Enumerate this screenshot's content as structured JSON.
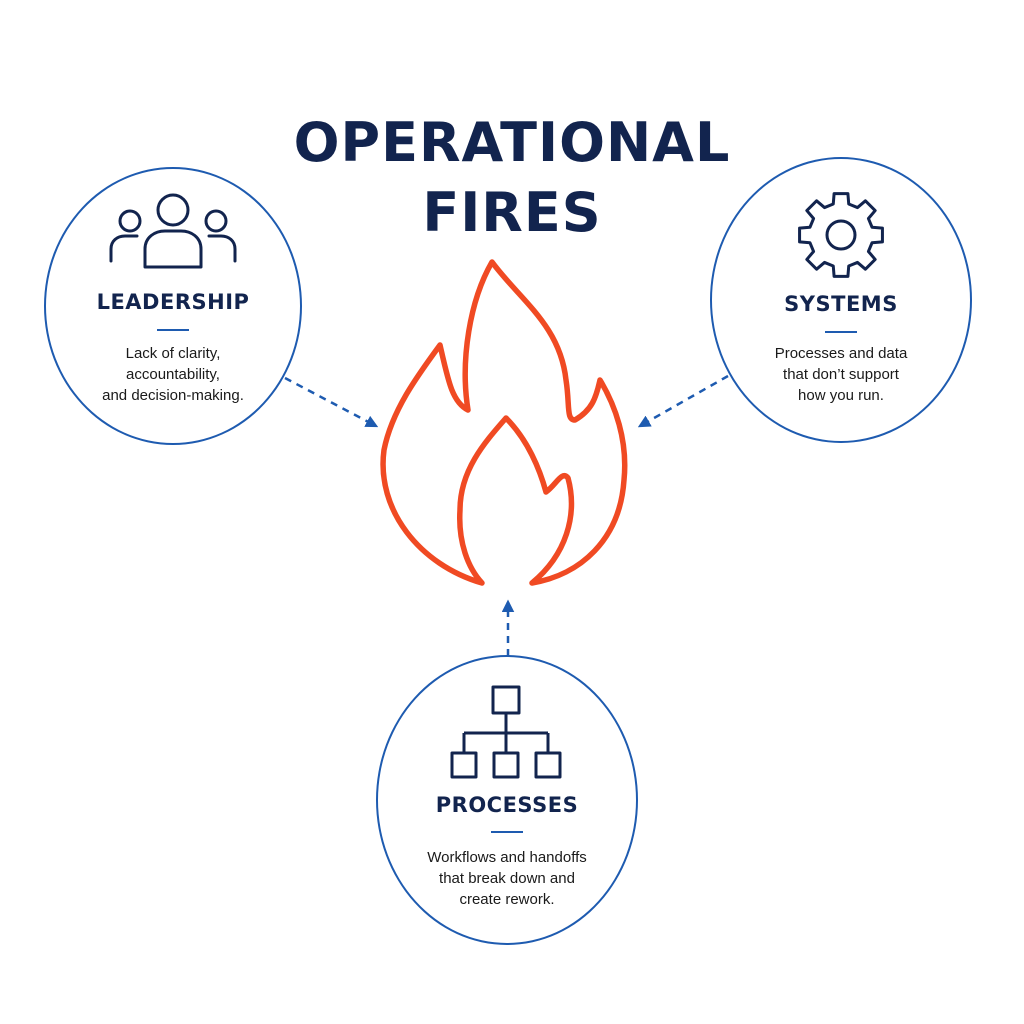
{
  "title": {
    "line1": "OPERATIONAL",
    "line2": "FIRES"
  },
  "colors": {
    "navy": "#12244e",
    "blue": "#1e5bb0",
    "flame": "#f04a23",
    "background": "#ffffff"
  },
  "center": {
    "icon": "flame-icon"
  },
  "nodes": {
    "leadership": {
      "icon": "people-group-icon",
      "title": "LEADERSHIP",
      "lines": [
        "Lack of clarity,",
        "accountability,",
        "and decision-making."
      ]
    },
    "systems": {
      "icon": "gear-icon",
      "title": "SYSTEMS",
      "lines": [
        "Processes and data",
        "that don’t support",
        "how you run."
      ]
    },
    "processes": {
      "icon": "org-chart-icon",
      "title": "PROCESSES",
      "lines": [
        "Workflows and handoffs",
        "that break down and",
        "create rework."
      ]
    }
  }
}
